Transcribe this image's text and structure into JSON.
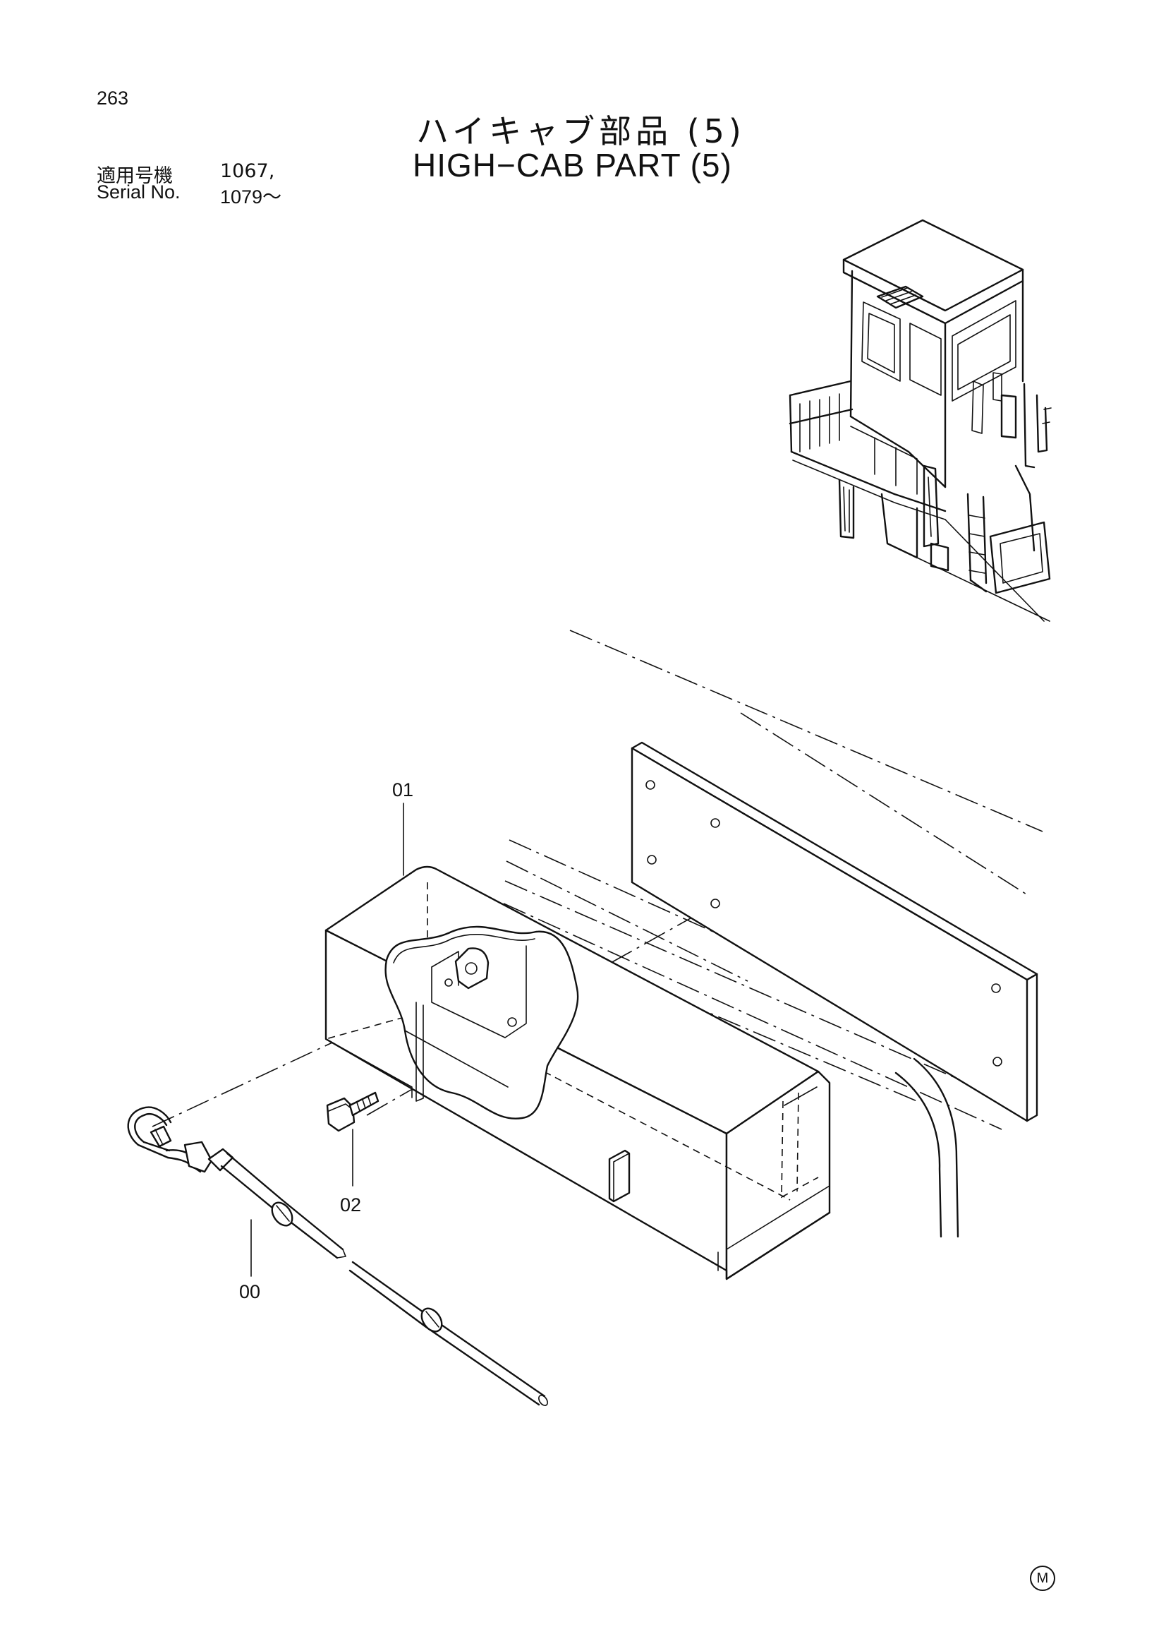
{
  "page": {
    "number": "263",
    "title_jp": "ハイキャブ部品 (5)",
    "title_en": "HIGH−CAB PART (5)",
    "applicability": {
      "jp_label": "適用号機",
      "jp_value": "1067,",
      "en_label": "Serial No.",
      "en_value": "1079～"
    },
    "mark": "M"
  },
  "diagram": {
    "callouts": [
      "01",
      "02",
      "00"
    ],
    "icons": [
      "machine-overview-icon",
      "storage-box-icon",
      "bolt-icon",
      "cable-hook-icon",
      "panel-plate-icon"
    ]
  }
}
